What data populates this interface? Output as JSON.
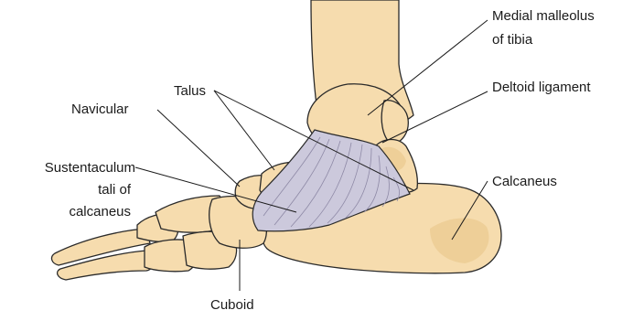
{
  "diagram": {
    "labels": {
      "medial_malleolus_line1": "Medial malleolus",
      "medial_malleolus_line2": "of tibia",
      "deltoid_ligament": "Deltoid ligament",
      "talus": "Talus",
      "navicular": "Navicular",
      "sustentaculum_line1": "Sustentaculum",
      "sustentaculum_line2": "tali of",
      "sustentaculum_line3": "calcaneus",
      "calcaneus": "Calcaneus",
      "cuboid": "Cuboid"
    },
    "colors": {
      "bone": "#f6dcae",
      "ligament": "#ccc9dc",
      "outline": "#2a2a2a"
    }
  }
}
